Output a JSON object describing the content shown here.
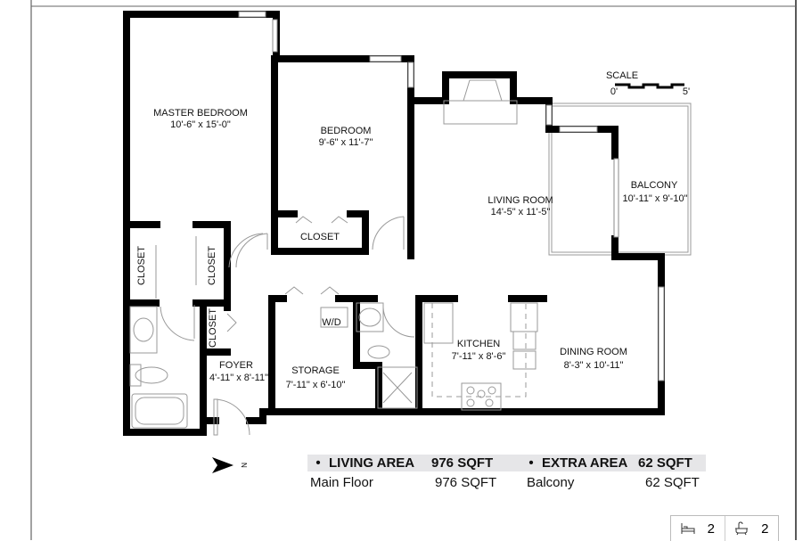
{
  "rooms": {
    "master_bedroom": {
      "name": "MASTER BEDROOM",
      "size": "10'-6\" x 15'-0\""
    },
    "bedroom": {
      "name": "BEDROOM",
      "size": "9'-6\" x 11'-7\""
    },
    "living_room": {
      "name": "LIVING ROOM",
      "size": "14'-5\" x 11'-5\""
    },
    "balcony": {
      "name": "BALCONY",
      "size": "10'-11\" x 9'-10\""
    },
    "kitchen": {
      "name": "KITCHEN",
      "size": "7'-11\" x 8'-6\""
    },
    "dining_room": {
      "name": "DINING ROOM",
      "size": "8'-3\" x 10'-11\""
    },
    "foyer": {
      "name": "FOYER",
      "size": "4'-11\" x 8'-11\""
    },
    "storage": {
      "name": "STORAGE",
      "size": "7'-11\" x 6'-10\""
    },
    "closet": "CLOSET",
    "wd": "W/D"
  },
  "scale": {
    "title": "SCALE",
    "start": "0'",
    "end": "5'"
  },
  "north": "N",
  "areas": {
    "living": {
      "label": "LIVING AREA",
      "value": "976 SQFT",
      "rows": [
        {
          "name": "Main Floor",
          "value": "976 SQFT"
        }
      ]
    },
    "extra": {
      "label": "EXTRA AREA",
      "value": "62 SQFT",
      "rows": [
        {
          "name": "Balcony",
          "value": "62 SQFT"
        }
      ]
    },
    "bullet": "•"
  },
  "stats": {
    "bedrooms": "2",
    "bathrooms": "2",
    "bed_icon": "bed-icon",
    "bath_icon": "bathtub-icon"
  }
}
